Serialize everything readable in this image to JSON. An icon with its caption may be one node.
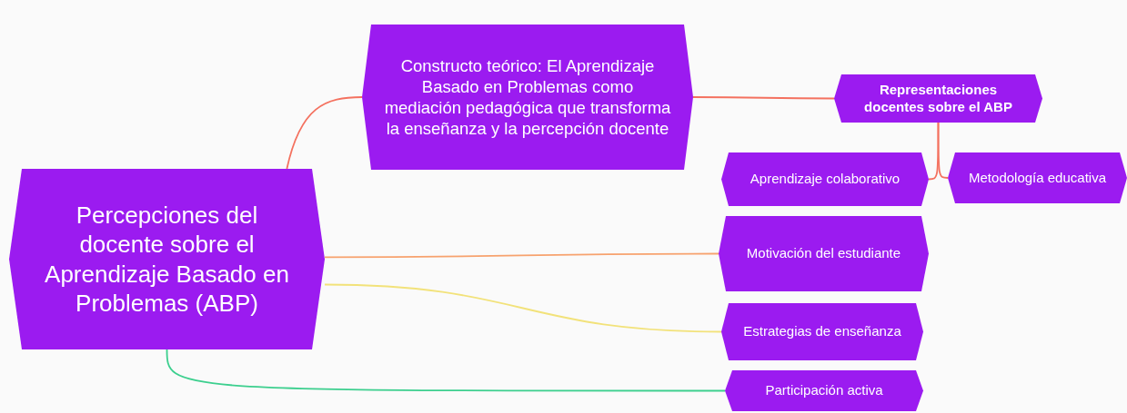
{
  "diagram": {
    "nodes": [
      {
        "text": [
          "Percepciones del docente sobre el Aprendizaje Basado en Problemas (ABP)"
        ]
      },
      {
        "text": [
          "Constructo teórico: El Aprendizaje Basado en Problemas como mediación pedagógica que transforma la enseñanza y la percepción docente"
        ]
      },
      {
        "text": [
          "Representaciones docentes sobre el ABP"
        ]
      },
      {
        "text": [
          "Aprendizaje colaborativo"
        ]
      },
      {
        "text": [
          "Metodología educativa"
        ]
      },
      {
        "text": [
          "Motivación del estudiante"
        ]
      },
      {
        "text": [
          "Estrategias de enseñanza"
        ]
      },
      {
        "text": [
          "Participación activa"
        ]
      }
    ],
    "edges": [
      {
        "from": 0,
        "to": 1,
        "arrow": "none"
      },
      {
        "from": 1,
        "to": 2,
        "arrow": "none"
      },
      {
        "from": 2,
        "to": 3,
        "arrow": "none"
      },
      {
        "from": 2,
        "to": 4,
        "arrow": "none"
      },
      {
        "from": 0,
        "to": 5,
        "arrow": "none",
        "color": "#f7a26e"
      },
      {
        "from": 0,
        "to": 6,
        "arrow": "none",
        "color": "#f2e27a"
      },
      {
        "from": 0,
        "to": 7,
        "arrow": "none",
        "color": "#3ccf8e"
      }
    ]
  }
}
